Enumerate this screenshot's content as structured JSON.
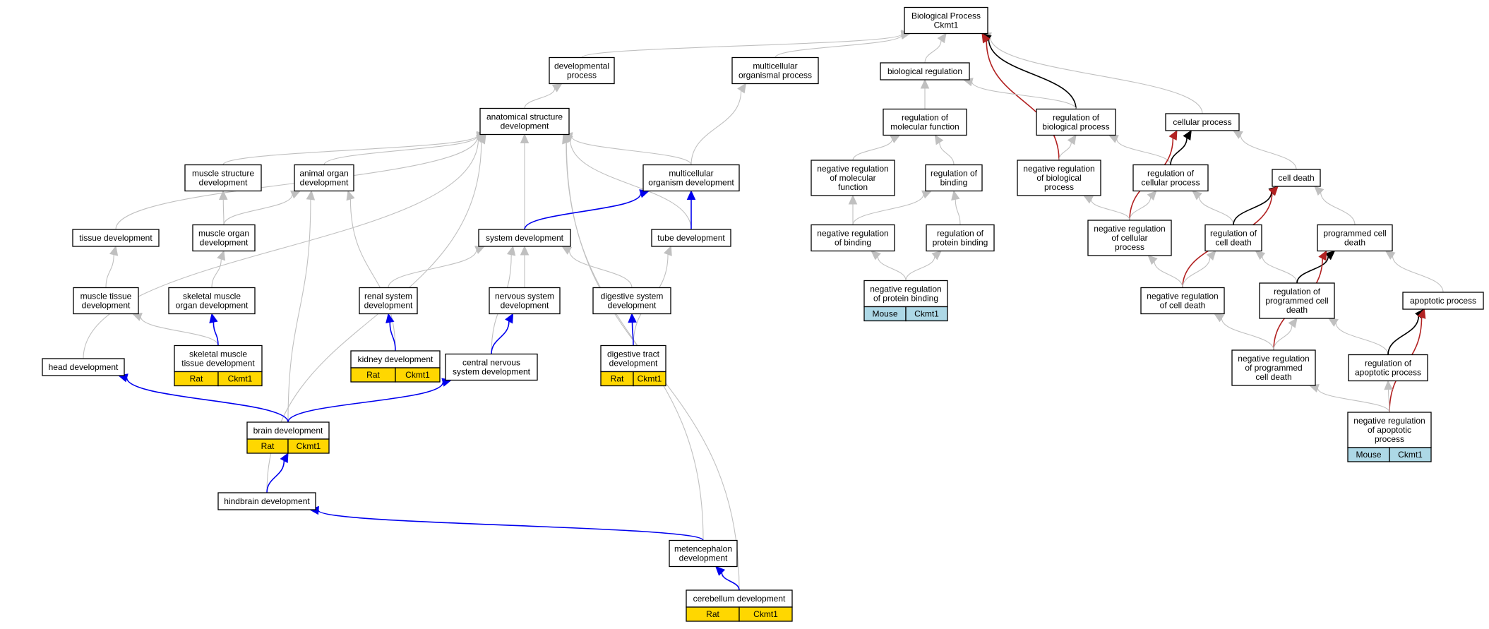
{
  "colors": {
    "is_a": "#c0c0c0",
    "part_of": "#0000ee",
    "regulates": "#000000",
    "negatively_regulates": "#b22222",
    "node_fill": "#ffffff",
    "node_border": "#000000",
    "rat_annotation": "#ffd700",
    "mouse_annotation": "#add8e6"
  },
  "nodes": {
    "bp_root": [
      "Biological Process",
      "Ckmt1"
    ],
    "developmental_process": [
      "developmental",
      "process"
    ],
    "multicellular_organismal_process": [
      "multicellular",
      "organismal process"
    ],
    "biological_regulation": [
      "biological regulation"
    ],
    "anatomical_structure_development": [
      "anatomical structure",
      "development"
    ],
    "regulation_of_molecular_function": [
      "regulation of",
      "molecular function"
    ],
    "regulation_of_biological_process": [
      "regulation of",
      "biological process"
    ],
    "cellular_process": [
      "cellular process"
    ],
    "muscle_structure_development": [
      "muscle structure",
      "development"
    ],
    "animal_organ_development": [
      "animal organ",
      "development"
    ],
    "multicellular_organism_development": [
      "multicellular",
      "organism development"
    ],
    "negative_regulation_of_molecular_function": [
      "negative regulation",
      "of molecular",
      "function"
    ],
    "regulation_of_binding": [
      "regulation of",
      "binding"
    ],
    "negative_regulation_of_biological_process": [
      "negative regulation",
      "of biological",
      "process"
    ],
    "regulation_of_cellular_process": [
      "regulation of",
      "cellular process"
    ],
    "cell_death": [
      "cell death"
    ],
    "tissue_development": [
      "tissue development"
    ],
    "muscle_organ_development": [
      "muscle organ",
      "development"
    ],
    "system_development": [
      "system development"
    ],
    "tube_development": [
      "tube development"
    ],
    "negative_regulation_of_binding": [
      "negative regulation",
      "of binding"
    ],
    "regulation_of_protein_binding": [
      "regulation of",
      "protein binding"
    ],
    "negative_regulation_of_cellular_process": [
      "negative regulation",
      "of cellular",
      "process"
    ],
    "regulation_of_cell_death": [
      "regulation of",
      "cell death"
    ],
    "programmed_cell_death": [
      "programmed cell",
      "death"
    ],
    "muscle_tissue_development": [
      "muscle tissue",
      "development"
    ],
    "skeletal_muscle_organ_development": [
      "skeletal muscle",
      "organ development"
    ],
    "renal_system_development": [
      "renal system",
      "development"
    ],
    "nervous_system_development": [
      "nervous system",
      "development"
    ],
    "digestive_system_development": [
      "digestive system",
      "development"
    ],
    "negative_regulation_of_protein_binding": [
      "negative regulation",
      "of protein binding"
    ],
    "negative_regulation_of_cell_death": [
      "negative regulation",
      "of cell death"
    ],
    "regulation_of_programmed_cell_death": [
      "regulation of",
      "programmed cell",
      "death"
    ],
    "apoptotic_process": [
      "apoptotic process"
    ],
    "skeletal_muscle_tissue_development": [
      "skeletal muscle",
      "tissue development"
    ],
    "kidney_development": [
      "kidney development"
    ],
    "central_nervous_system_development": [
      "central nervous",
      "system development"
    ],
    "digestive_tract_development": [
      "digestive tract",
      "development"
    ],
    "head_development": [
      "head development"
    ],
    "negative_regulation_of_programmed_cell_death": [
      "negative regulation",
      "of programmed",
      "cell death"
    ],
    "regulation_of_apoptotic_process": [
      "regulation of",
      "apoptotic process"
    ],
    "brain_development": [
      "brain development"
    ],
    "negative_regulation_of_apoptotic_process": [
      "negative regulation",
      "of apoptotic",
      "process"
    ],
    "hindbrain_development": [
      "hindbrain development"
    ],
    "metencephalon_development": [
      "metencephalon",
      "development"
    ],
    "cerebellum_development": [
      "cerebellum development"
    ]
  },
  "annotations": {
    "skeletal_muscle_tissue_development": [
      "Rat",
      "Ckmt1"
    ],
    "kidney_development": [
      "Rat",
      "Ckmt1"
    ],
    "digestive_tract_development": [
      "Rat",
      "Ckmt1"
    ],
    "brain_development": [
      "Rat",
      "Ckmt1"
    ],
    "cerebellum_development": [
      "Rat",
      "Ckmt1"
    ],
    "negative_regulation_of_protein_binding": [
      "Mouse",
      "Ckmt1"
    ],
    "negative_regulation_of_apoptotic_process": [
      "Mouse",
      "Ckmt1"
    ]
  },
  "edges": [
    [
      "developmental_process",
      "bp_root",
      "is_a"
    ],
    [
      "multicellular_organismal_process",
      "bp_root",
      "is_a"
    ],
    [
      "biological_regulation",
      "bp_root",
      "is_a"
    ],
    [
      "cellular_process",
      "bp_root",
      "is_a"
    ],
    [
      "regulation_of_biological_process",
      "bp_root",
      "regulates"
    ],
    [
      "negative_regulation_of_biological_process",
      "bp_root",
      "negatively_regulates"
    ],
    [
      "anatomical_structure_development",
      "developmental_process",
      "is_a"
    ],
    [
      "regulation_of_molecular_function",
      "biological_regulation",
      "is_a"
    ],
    [
      "regulation_of_biological_process",
      "biological_regulation",
      "is_a"
    ],
    [
      "muscle_structure_development",
      "anatomical_structure_development",
      "is_a"
    ],
    [
      "animal_organ_development",
      "anatomical_structure_development",
      "is_a"
    ],
    [
      "multicellular_organism_development",
      "anatomical_structure_development",
      "is_a"
    ],
    [
      "multicellular_organism_development",
      "multicellular_organismal_process",
      "is_a"
    ],
    [
      "tissue_development",
      "anatomical_structure_development",
      "is_a"
    ],
    [
      "system_development",
      "anatomical_structure_development",
      "is_a"
    ],
    [
      "tube_development",
      "anatomical_structure_development",
      "is_a"
    ],
    [
      "head_development",
      "anatomical_structure_development",
      "is_a"
    ],
    [
      "hindbrain_development",
      "anatomical_structure_development",
      "is_a"
    ],
    [
      "metencephalon_development",
      "anatomical_structure_development",
      "is_a"
    ],
    [
      "cerebellum_development",
      "anatomical_structure_development",
      "is_a"
    ],
    [
      "negative_regulation_of_molecular_function",
      "regulation_of_molecular_function",
      "is_a"
    ],
    [
      "regulation_of_binding",
      "regulation_of_molecular_function",
      "is_a"
    ],
    [
      "negative_regulation_of_biological_process",
      "regulation_of_biological_process",
      "is_a"
    ],
    [
      "regulation_of_cellular_process",
      "regulation_of_biological_process",
      "is_a"
    ],
    [
      "regulation_of_cellular_process",
      "cellular_process",
      "regulates"
    ],
    [
      "negative_regulation_of_cellular_process",
      "cellular_process",
      "negatively_regulates"
    ],
    [
      "cell_death",
      "cellular_process",
      "is_a"
    ],
    [
      "muscle_organ_development",
      "muscle_structure_development",
      "is_a"
    ],
    [
      "muscle_organ_development",
      "animal_organ_development",
      "is_a"
    ],
    [
      "kidney_development",
      "animal_organ_development",
      "is_a"
    ],
    [
      "brain_development",
      "animal_organ_development",
      "is_a"
    ],
    [
      "system_development",
      "multicellular_organism_development",
      "part_of"
    ],
    [
      "tube_development",
      "multicellular_organism_development",
      "part_of"
    ],
    [
      "negative_regulation_of_binding",
      "negative_regulation_of_molecular_function",
      "is_a"
    ],
    [
      "negative_regulation_of_binding",
      "regulation_of_binding",
      "is_a"
    ],
    [
      "regulation_of_protein_binding",
      "regulation_of_binding",
      "is_a"
    ],
    [
      "negative_regulation_of_cellular_process",
      "negative_regulation_of_biological_process",
      "is_a"
    ],
    [
      "negative_regulation_of_cellular_process",
      "regulation_of_cellular_process",
      "is_a"
    ],
    [
      "regulation_of_cell_death",
      "regulation_of_cellular_process",
      "is_a"
    ],
    [
      "regulation_of_cell_death",
      "cell_death",
      "regulates"
    ],
    [
      "negative_regulation_of_cell_death",
      "cell_death",
      "negatively_regulates"
    ],
    [
      "programmed_cell_death",
      "cell_death",
      "is_a"
    ],
    [
      "muscle_tissue_development",
      "tissue_development",
      "is_a"
    ],
    [
      "skeletal_muscle_organ_development",
      "muscle_organ_development",
      "is_a"
    ],
    [
      "renal_system_development",
      "system_development",
      "is_a"
    ],
    [
      "nervous_system_development",
      "system_development",
      "is_a"
    ],
    [
      "digestive_system_development",
      "system_development",
      "is_a"
    ],
    [
      "central_nervous_system_development",
      "system_development",
      "is_a"
    ],
    [
      "digestive_tract_development",
      "tube_development",
      "is_a"
    ],
    [
      "negative_regulation_of_protein_binding",
      "negative_regulation_of_binding",
      "is_a"
    ],
    [
      "negative_regulation_of_protein_binding",
      "regulation_of_protein_binding",
      "is_a"
    ],
    [
      "negative_regulation_of_cell_death",
      "negative_regulation_of_cellular_process",
      "is_a"
    ],
    [
      "negative_regulation_of_cell_death",
      "regulation_of_cell_death",
      "is_a"
    ],
    [
      "regulation_of_programmed_cell_death",
      "regulation_of_cell_death",
      "is_a"
    ],
    [
      "regulation_of_programmed_cell_death",
      "programmed_cell_death",
      "regulates"
    ],
    [
      "negative_regulation_of_programmed_cell_death",
      "programmed_cell_death",
      "negatively_regulates"
    ],
    [
      "apoptotic_process",
      "programmed_cell_death",
      "is_a"
    ],
    [
      "skeletal_muscle_tissue_development",
      "muscle_tissue_development",
      "is_a"
    ],
    [
      "skeletal_muscle_tissue_development",
      "skeletal_muscle_organ_development",
      "part_of"
    ],
    [
      "kidney_development",
      "renal_system_development",
      "part_of"
    ],
    [
      "central_nervous_system_development",
      "nervous_system_development",
      "part_of"
    ],
    [
      "digestive_tract_development",
      "digestive_system_development",
      "part_of"
    ],
    [
      "brain_development",
      "head_development",
      "part_of"
    ],
    [
      "brain_development",
      "central_nervous_system_development",
      "part_of"
    ],
    [
      "negative_regulation_of_programmed_cell_death",
      "negative_regulation_of_cell_death",
      "is_a"
    ],
    [
      "negative_regulation_of_programmed_cell_death",
      "regulation_of_programmed_cell_death",
      "is_a"
    ],
    [
      "regulation_of_apoptotic_process",
      "regulation_of_programmed_cell_death",
      "is_a"
    ],
    [
      "regulation_of_apoptotic_process",
      "apoptotic_process",
      "regulates"
    ],
    [
      "negative_regulation_of_apoptotic_process",
      "apoptotic_process",
      "negatively_regulates"
    ],
    [
      "negative_regulation_of_apoptotic_process",
      "negative_regulation_of_programmed_cell_death",
      "is_a"
    ],
    [
      "negative_regulation_of_apoptotic_process",
      "regulation_of_apoptotic_process",
      "is_a"
    ],
    [
      "hindbrain_development",
      "brain_development",
      "part_of"
    ],
    [
      "metencephalon_development",
      "hindbrain_development",
      "part_of"
    ],
    [
      "cerebellum_development",
      "metencephalon_development",
      "part_of"
    ]
  ]
}
